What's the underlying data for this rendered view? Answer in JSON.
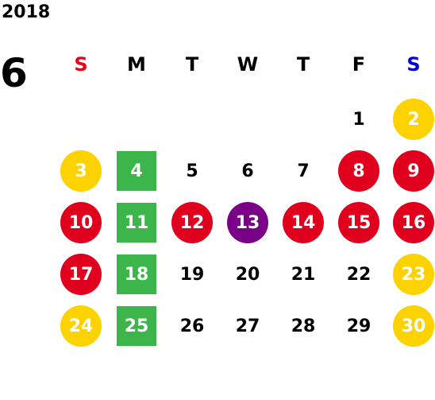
{
  "calendar": {
    "year": "2018",
    "month": "6",
    "colors": {
      "sunday_label": "#e8001c",
      "saturday_label": "#0000d8",
      "weekend_marker": "#fcd200",
      "red_marker": "#e0001e",
      "purple_marker": "#7a0087",
      "green_marker": "#3cb54a"
    },
    "weekdays": [
      "S",
      "M",
      "T",
      "W",
      "T",
      "F",
      "S"
    ],
    "days": [
      {
        "label": "1",
        "marker": "none"
      },
      {
        "label": "2",
        "marker": "yellow"
      },
      {
        "label": "3",
        "marker": "yellow"
      },
      {
        "label": "4",
        "marker": "green"
      },
      {
        "label": "5",
        "marker": "none"
      },
      {
        "label": "6",
        "marker": "none"
      },
      {
        "label": "7",
        "marker": "none"
      },
      {
        "label": "8",
        "marker": "red"
      },
      {
        "label": "9",
        "marker": "red"
      },
      {
        "label": "10",
        "marker": "red"
      },
      {
        "label": "11",
        "marker": "green"
      },
      {
        "label": "12",
        "marker": "red"
      },
      {
        "label": "13",
        "marker": "purple"
      },
      {
        "label": "14",
        "marker": "red"
      },
      {
        "label": "15",
        "marker": "red"
      },
      {
        "label": "16",
        "marker": "red"
      },
      {
        "label": "17",
        "marker": "red"
      },
      {
        "label": "18",
        "marker": "green"
      },
      {
        "label": "19",
        "marker": "none"
      },
      {
        "label": "20",
        "marker": "none"
      },
      {
        "label": "21",
        "marker": "none"
      },
      {
        "label": "22",
        "marker": "none"
      },
      {
        "label": "23",
        "marker": "yellow"
      },
      {
        "label": "24",
        "marker": "yellow"
      },
      {
        "label": "25",
        "marker": "green"
      },
      {
        "label": "26",
        "marker": "none"
      },
      {
        "label": "27",
        "marker": "none"
      },
      {
        "label": "28",
        "marker": "none"
      },
      {
        "label": "29",
        "marker": "none"
      },
      {
        "label": "30",
        "marker": "yellow"
      }
    ]
  }
}
